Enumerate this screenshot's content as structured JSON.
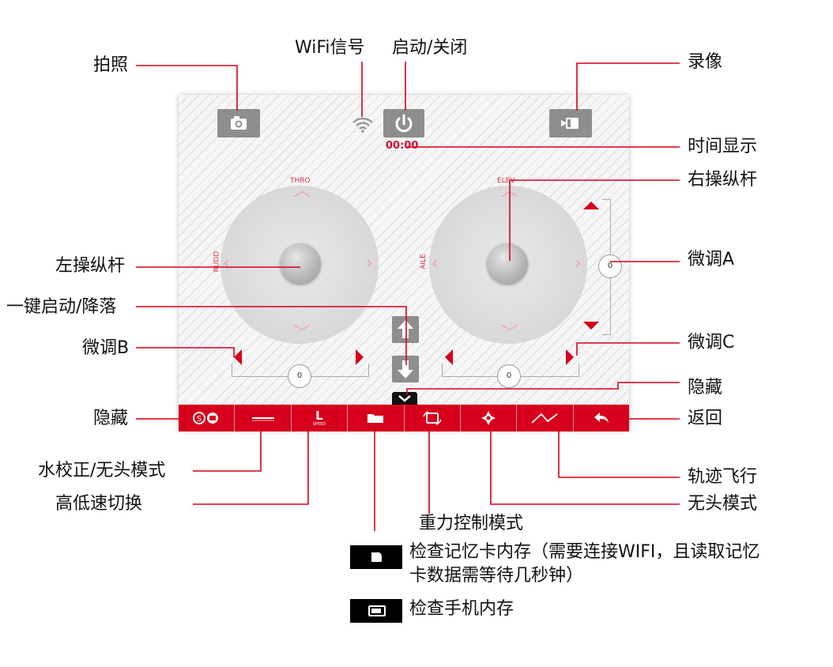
{
  "labels": {
    "photo": "拍照",
    "wifi": "WiFi信号",
    "power": "启动/关闭",
    "record": "录像",
    "time_display": "时间显示",
    "right_stick": "右操纵杆",
    "trim_a": "微调A",
    "left_stick": "左操纵杆",
    "one_key": "一键启动/降落",
    "trim_b": "微调B",
    "trim_c": "微调C",
    "hide_right": "隐藏",
    "hide_left": "隐藏",
    "back": "返回",
    "level_headless": "水校正/无头模式",
    "speed_switch": "高低速切换",
    "track_flight": "轨迹飞行",
    "headless_mode": "无头模式",
    "gravity_mode": "重力控制模式",
    "check_card_line1": "检查记忆卡内存（需要连接WIFI，且读取记忆",
    "check_card_line2": "卡数据需等待几秒钟）",
    "check_phone": "检查手机内存"
  },
  "screen": {
    "timer": "00:00",
    "throttle_label": "THRO",
    "rudder_label": "RUDD",
    "elevator_label": "ELEV",
    "aileron_label": "AILE",
    "trim_value": "0",
    "speed_label": "L",
    "speed_sub": "SPEED"
  },
  "icons": {
    "photo": "camera-icon",
    "wifi": "wifi-icon",
    "power": "power-icon",
    "record": "video-camera-icon",
    "up": "arrow-up-icon",
    "down": "arrow-down-icon",
    "hide": "chevron-down-icon",
    "bar": [
      "switch-icon",
      "level-line-icon",
      "speed-icon",
      "folder-icon",
      "rotate-icon",
      "headless-icon",
      "track-icon",
      "back-arrow-icon"
    ]
  },
  "colors": {
    "accent": "#d6001c",
    "button_gray": "#8e8e8e",
    "timer_red": "#c8102e"
  }
}
